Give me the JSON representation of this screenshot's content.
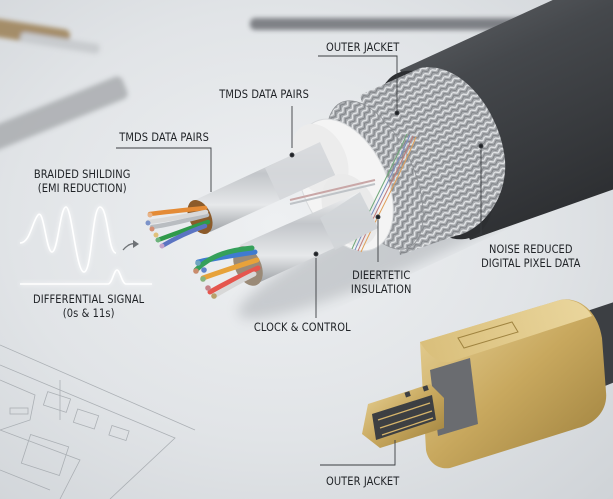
{
  "diagram": {
    "subject": "HDMI cable cross-section with connector",
    "labels": {
      "outer_jacket_top": "OUTER JACKET",
      "tmds_upper": "TMDS DATA PAIRS",
      "tmds_lower": "TMDS DATA PAIRS",
      "braided_shielding_line1": "BRAIDED SHILDING",
      "braided_shielding_line2": "(EMI REDUCTION)",
      "differential_line1": "DIFFERENTIAL SIGNAL",
      "differential_line2": "(0s & 11s)",
      "clock_control": "CLOCK & CONTROL",
      "dielectric_line1": "DIEERTETIC",
      "dielectric_line2": "INSULATION",
      "noise_line1": "NOISE REDUCED",
      "noise_line2": "DIGITAL PIXEL DATA",
      "outer_jacket_bottom": "OUTER JACKET"
    },
    "colors": {
      "background": "#e3e6e9",
      "jacket": "#4a4d51",
      "braid": "#b9bcbf",
      "insulation": "#f2f2f2",
      "foil": "#c9ccd0",
      "connector_gold": "#c9ab62",
      "signal_glow": "#ffffff",
      "label_text": "#1f2226"
    }
  }
}
